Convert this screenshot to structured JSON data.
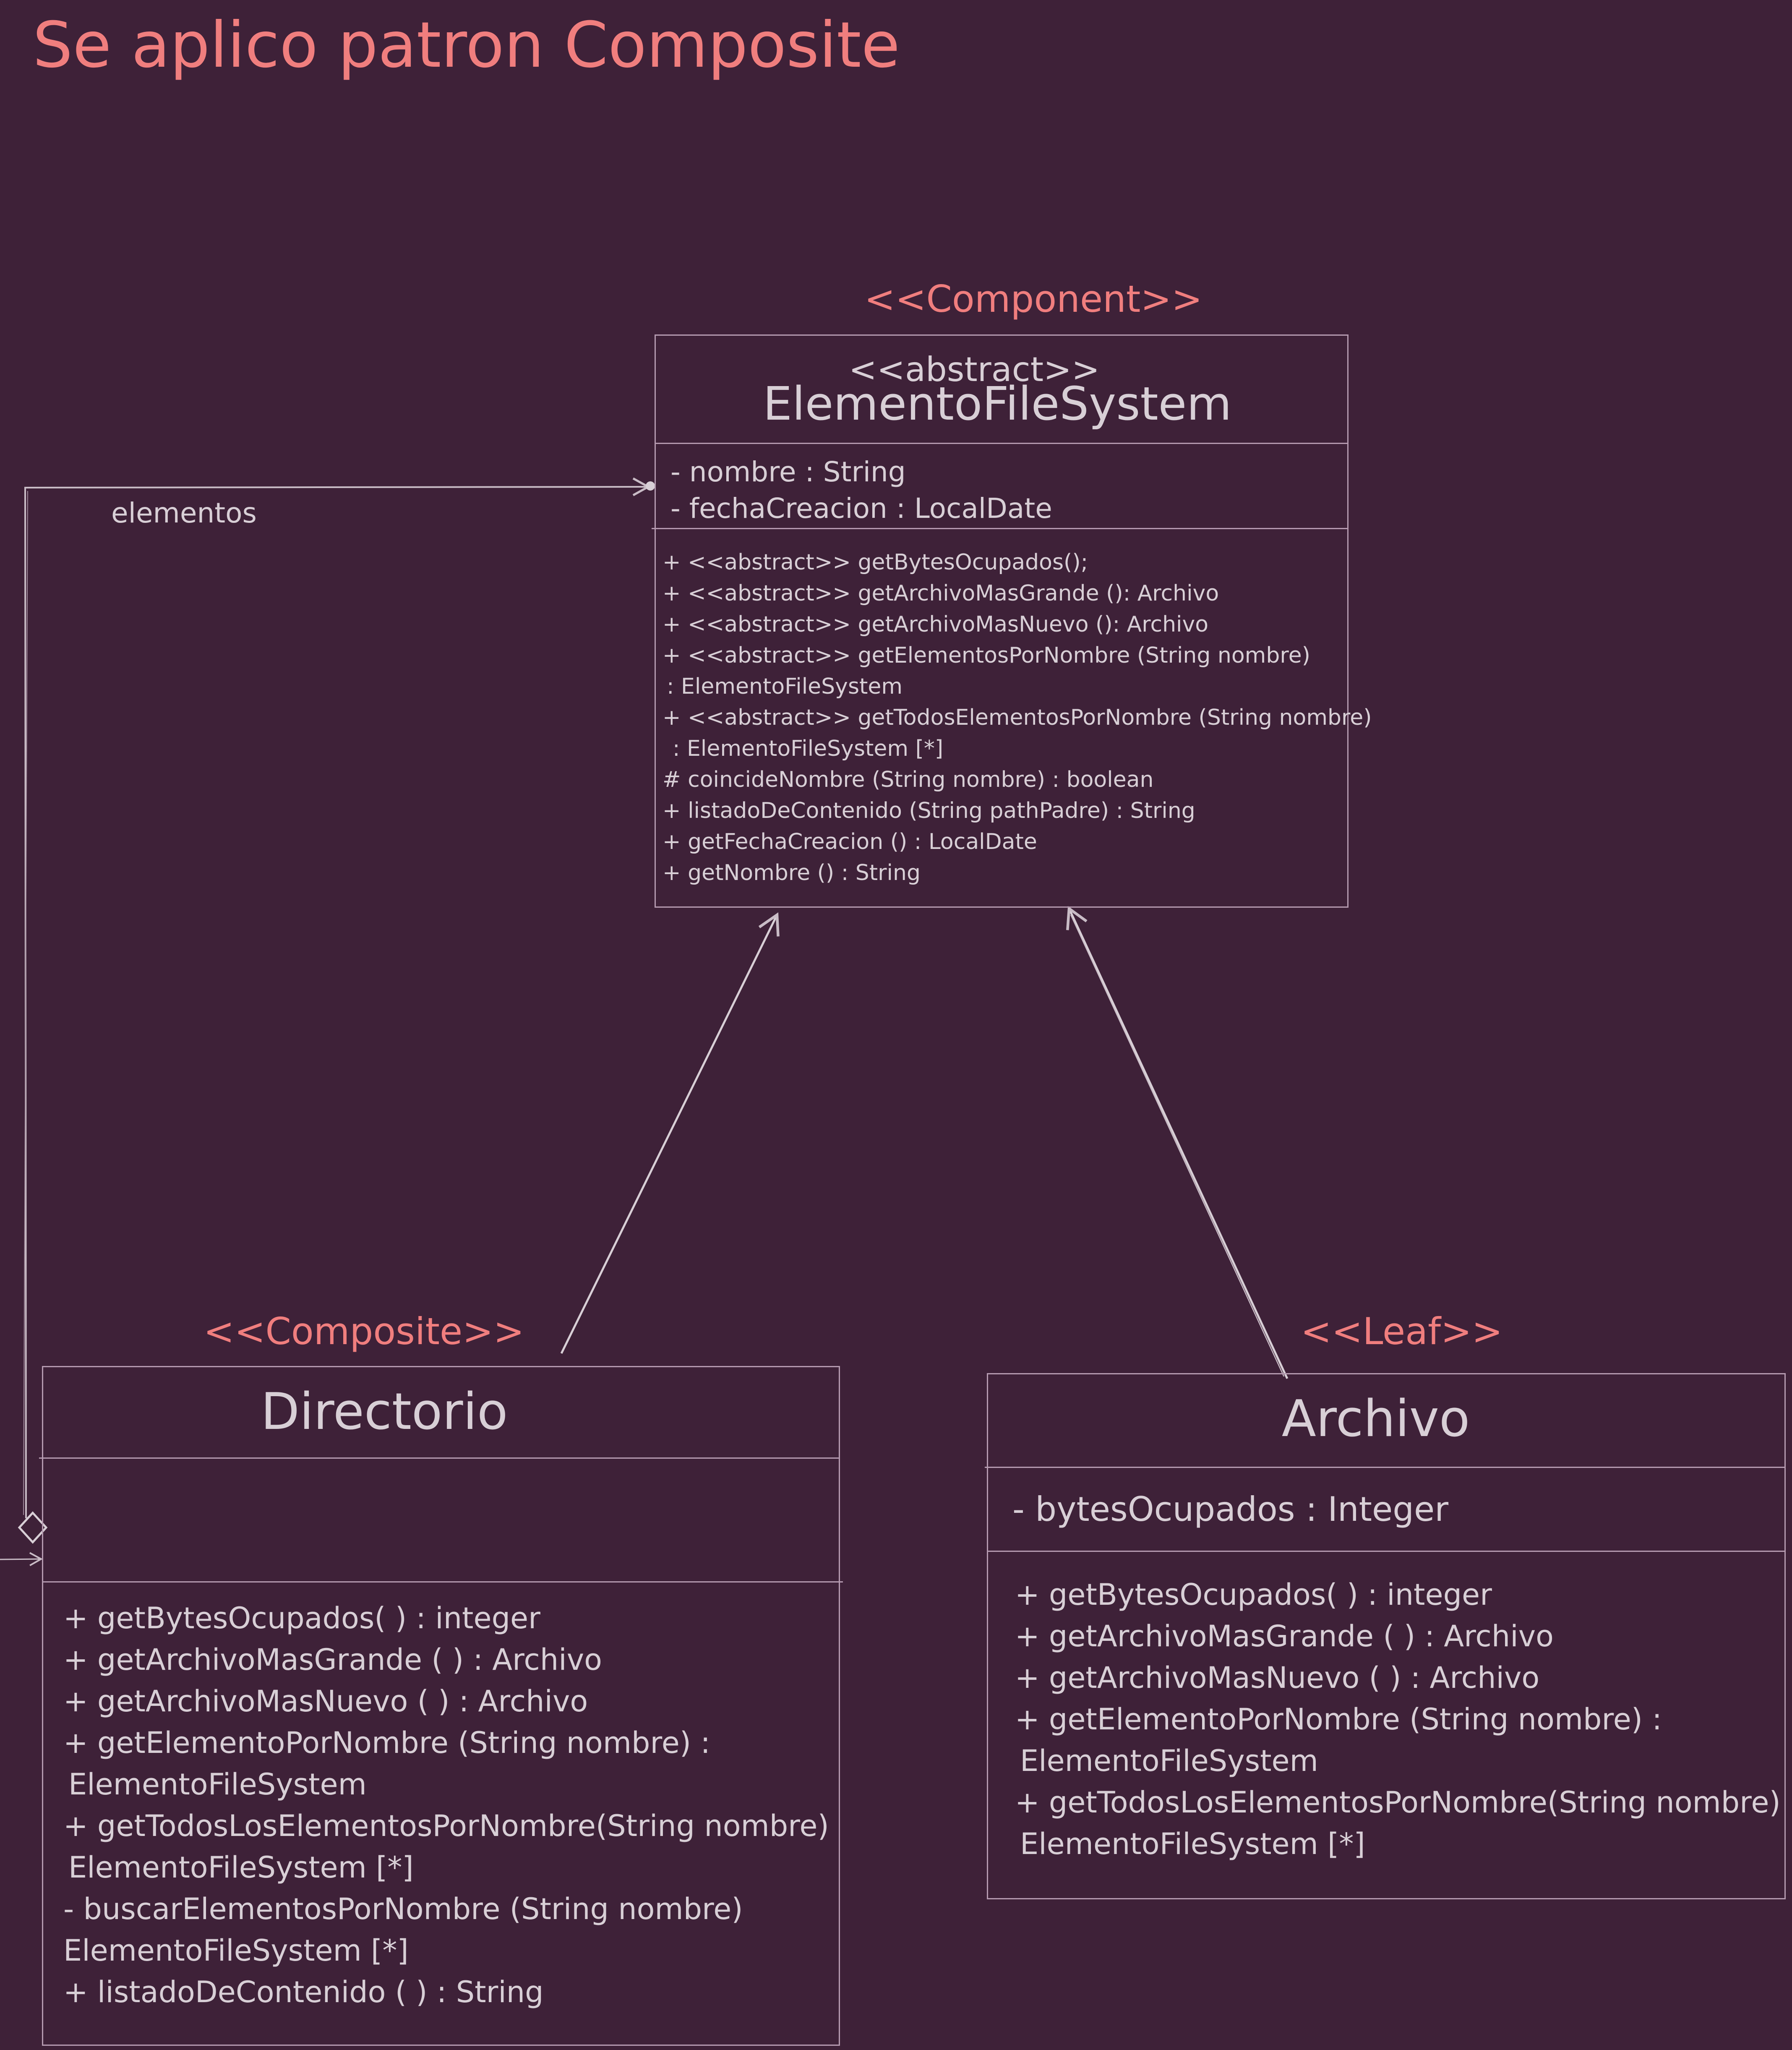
{
  "title": "Se aplico patron Composite",
  "association_label": "elementos",
  "component": {
    "stereotype": "<<Component>>",
    "abstract_tag": "<<abstract>>",
    "name": "ElementoFileSystem",
    "attributes": [
      "- nombre : String",
      "- fechaCreacion : LocalDate"
    ],
    "methods": [
      "+ <<abstract>> getBytesOcupados();",
      "+ <<abstract>> getArchivoMasGrande (): Archivo",
      "+ <<abstract>> getArchivoMasNuevo (): Archivo",
      "+ <<abstract>> getElementosPorNombre (String nombre)",
      " : ElementoFileSystem",
      "+ <<abstract>> getTodosElementosPorNombre (String nombre)",
      "  : ElementoFileSystem [*]",
      "# coincideNombre (String nombre) : boolean",
      "+ listadoDeContenido (String pathPadre) : String",
      "+ getFechaCreacion () : LocalDate",
      "+ getNombre () : String"
    ]
  },
  "composite": {
    "stereotype": "<<Composite>>",
    "name": "Directorio",
    "methods": [
      "+ getBytesOcupados( ) : integer",
      "+ getArchivoMasGrande ( ) : Archivo",
      "+ getArchivoMasNuevo ( ) : Archivo",
      "+ getElementoPorNombre (String nombre) :",
      " ElementoFileSystem",
      "+ getTodosLosElementosPorNombre(String nombre)",
      " ElementoFileSystem [*]",
      "- buscarElementosPorNombre (String nombre)",
      "ElementoFileSystem [*]",
      "+ listadoDeContenido ( ) : String"
    ]
  },
  "leaf": {
    "stereotype": "<<Leaf>>",
    "name": "Archivo",
    "attributes": [
      "- bytesOcupados : Integer"
    ],
    "methods": [
      "+ getBytesOcupados( ) : integer",
      "+ getArchivoMasGrande ( ) : Archivo",
      "+ getArchivoMasNuevo ( ) : Archivo",
      "+ getElementoPorNombre (String nombre) :",
      " ElementoFileSystem",
      "+ getTodosLosElementosPorNombre(String nombre)",
      " ElementoFileSystem [*]"
    ]
  },
  "colors": {
    "background": "#3e2138",
    "accent": "#f07e7e",
    "text": "#d8cfd6",
    "line": "#b59ab0"
  }
}
